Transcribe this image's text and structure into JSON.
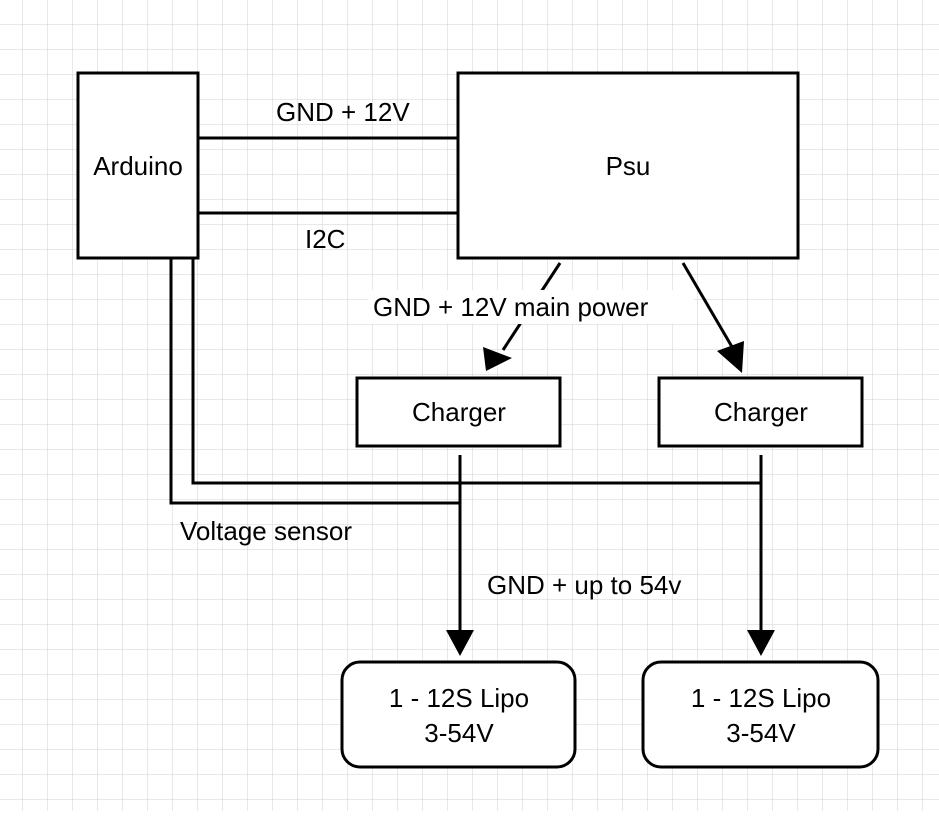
{
  "colors": {
    "grid": "#d2d2d2",
    "stroke": "#000000",
    "background": "#ffffff"
  },
  "nodes": {
    "arduino": "Arduino",
    "psu": "Psu",
    "charger_left": "Charger",
    "charger_right": "Charger",
    "battery_left": {
      "line1": "1 - 12S Lipo",
      "line2": "3-54V"
    },
    "battery_right": {
      "line1": "1 - 12S Lipo",
      "line2": "3-54V"
    }
  },
  "edge_labels": {
    "power_arduino": "GND + 12V",
    "i2c": "I2C",
    "main_power": "GND + 12V main power",
    "voltage_sensor": "Voltage sensor",
    "battery_power": "GND + up to 54v"
  }
}
